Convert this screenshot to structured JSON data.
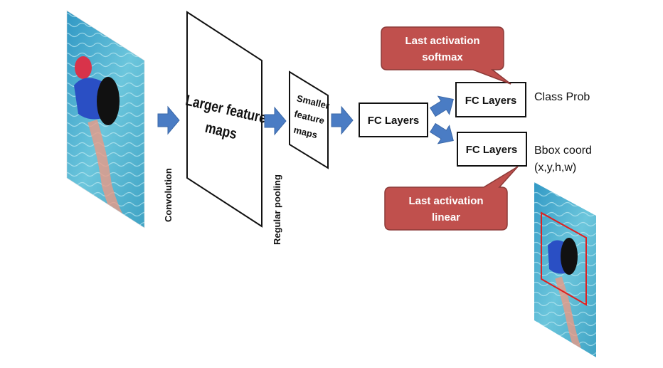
{
  "labels": {
    "convolution": "Convolution",
    "regular_pooling": "Regular pooling",
    "larger_line1": "Larger feature",
    "larger_line2": "maps",
    "smaller_line1": "Smaller",
    "smaller_line2": "feature",
    "smaller_line3": "maps",
    "fc_main": "FC Layers",
    "fc_class": "FC Layers",
    "fc_bbox": "FC Layers",
    "class_prob": "Class Prob",
    "bbox_line1": "Bbox coord",
    "bbox_line2": "(x,y,h,w)"
  },
  "callouts": {
    "softmax_line1": "Last activation",
    "softmax_line2": "softmax",
    "linear_line1": "Last activation",
    "linear_line2": "linear"
  },
  "colors": {
    "arrow": "#4a7cc4",
    "callout_fill": "#c0504d",
    "callout_stroke": "#8c3a38",
    "bbox_frame": "#e02020",
    "water": "#5fb7d0"
  }
}
